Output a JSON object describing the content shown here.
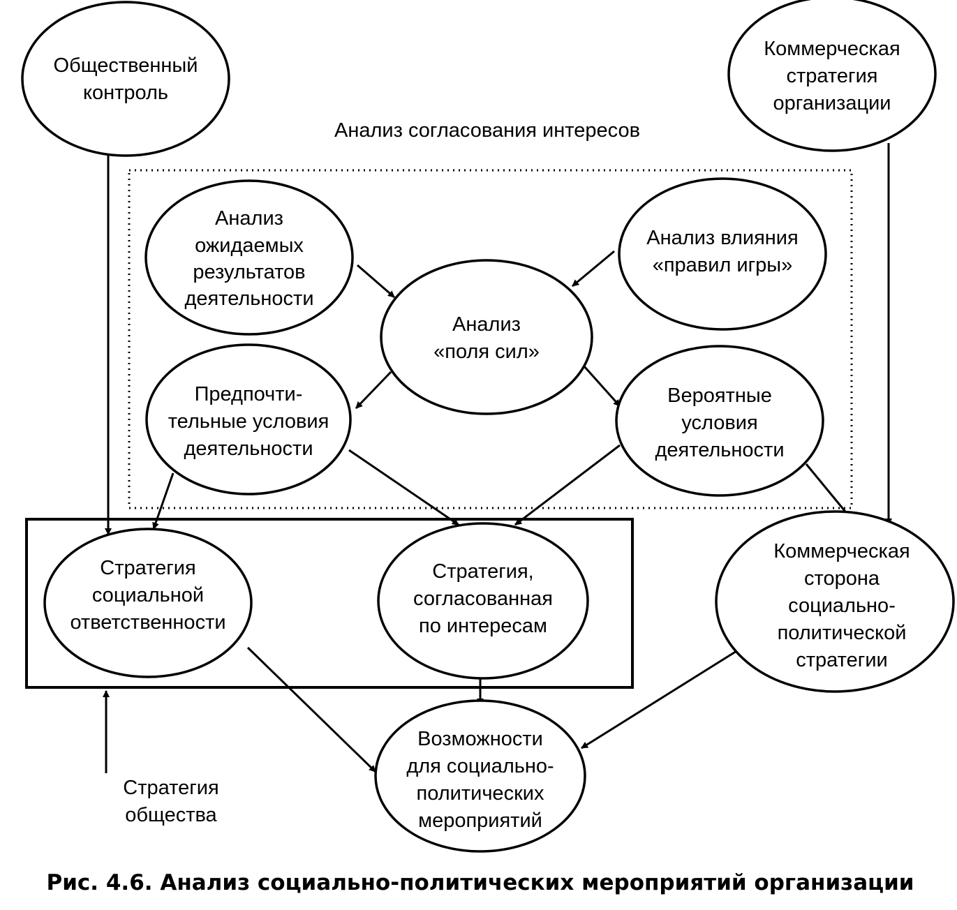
{
  "diagram": {
    "group_label": "Анализ согласования интересов",
    "caption": "Рис. 4.6. Анализ социально-политических мероприятий организации",
    "nodes": {
      "public_control": [
        "Общественный",
        "контроль"
      ],
      "commercial_strategy": [
        "Коммерческая",
        "стратегия",
        "организации"
      ],
      "expected_results": [
        "Анализ",
        "ожидаемых",
        "результатов",
        "деятельности"
      ],
      "rules_influence": [
        "Анализ влияния",
        "«правил игры»"
      ],
      "force_field": [
        "Анализ",
        "«поля сил»"
      ],
      "preferred_conditions": [
        "Предпочти-",
        "тельные условия",
        "деятельности"
      ],
      "probable_conditions": [
        "Вероятные",
        "условия",
        "деятельности"
      ],
      "social_responsibility": [
        "Стратегия",
        "социальной",
        "ответственности"
      ],
      "agreed_strategy": [
        "Стратегия,",
        "согласованная",
        "по интересам"
      ],
      "commercial_side": [
        "Коммерческая",
        "сторона",
        "социально-",
        "политической",
        "стратегии"
      ],
      "opportunities": [
        "Возможности",
        "для социально-",
        "политических",
        "мероприятий"
      ],
      "society_strategy": [
        "Стратегия",
        "общества"
      ]
    }
  }
}
